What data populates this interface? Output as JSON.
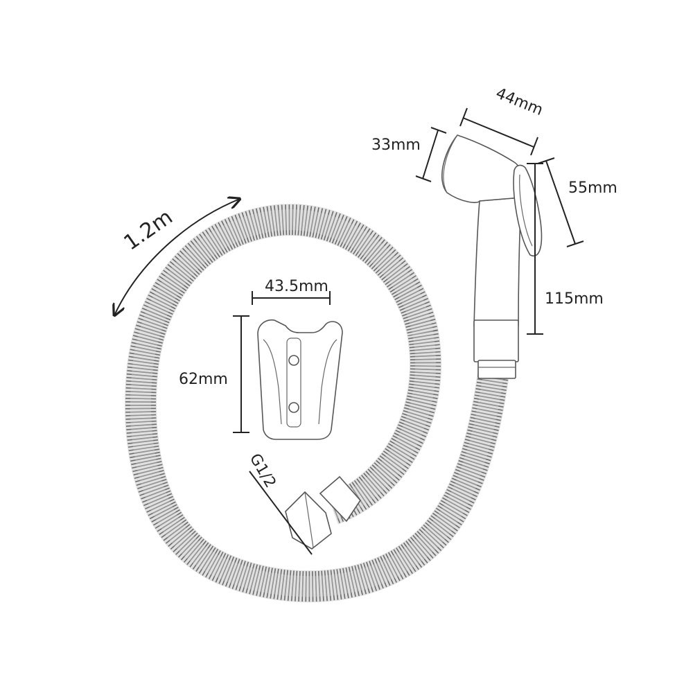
{
  "labels": {
    "hose_length": "1.2m",
    "holder_width": "43.5mm",
    "holder_height": "62mm",
    "head_width": "44mm",
    "head_depth": "33mm",
    "trigger_height": "55mm",
    "handle_length": "115mm",
    "thread_size": "G1/2"
  },
  "colors": {
    "line": "#222222",
    "outline": "#555555",
    "hose_ridge": "#707070",
    "background": "#ffffff"
  }
}
